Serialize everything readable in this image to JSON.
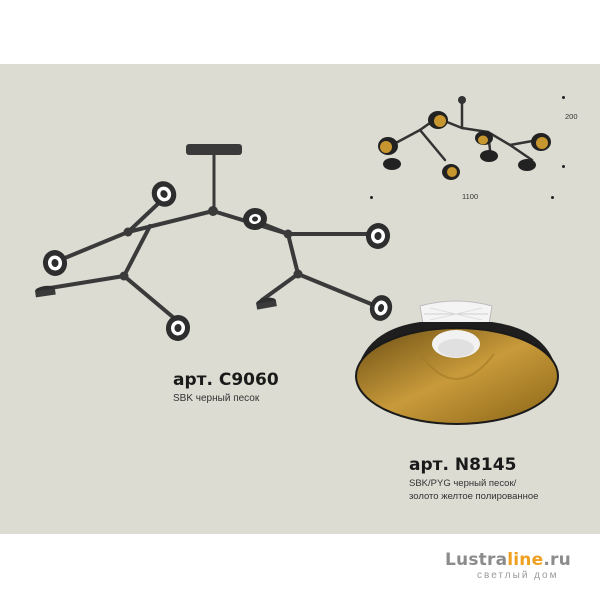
{
  "product_main": {
    "article": "арт. C9060",
    "finish": "SBK черный песок"
  },
  "product_shade": {
    "article": "арт. N8145",
    "finish_line1": "SBK/PYG черный песок/",
    "finish_line2": "золото желтое полированное"
  },
  "dimensions": {
    "width": "1100",
    "height": "200"
  },
  "brand": {
    "name_part1": "Lustra",
    "name_part2": "line",
    "name_part3": ".ru",
    "tagline": "светлый дом"
  },
  "colors": {
    "background": "#dcdcd3",
    "metal": "#3a3a3a",
    "gold": "#c8962e",
    "accent": "#f0a020"
  }
}
